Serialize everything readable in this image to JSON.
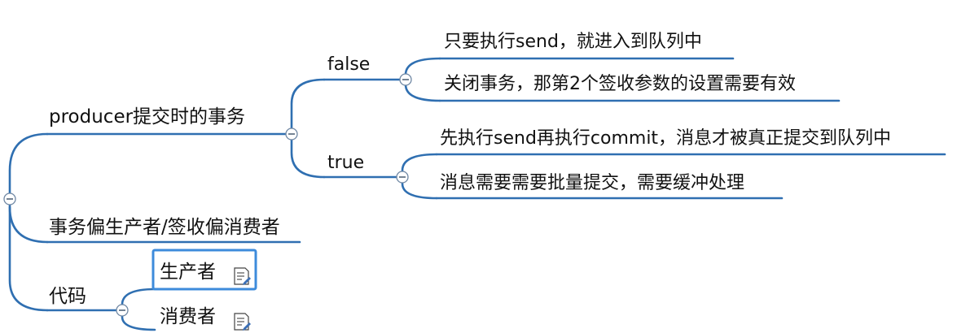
{
  "mindmap": {
    "topics": {
      "producer": "producer提交时的事务",
      "false_branch": "false",
      "false_1": "只要执行send，就进入到队列中",
      "false_2": "关闭事务，那第2个签收参数的设置需要有效",
      "true_branch": "true",
      "true_1": "先执行send再执行commit，消息才被真正提交到队列中",
      "true_2": "消息需要需要批量提交，需要缓冲处理",
      "preference": "事务偏生产者/签收偏消费者",
      "code": "代码",
      "code_producer": "生产者",
      "code_consumer": "消费者"
    },
    "colors": {
      "branch_line": "#2f6fb1",
      "selected_border": "#3d8bdb",
      "text": "#111111"
    },
    "icons": {
      "collapse": "collapse-minus-icon",
      "note": "note-icon"
    }
  }
}
